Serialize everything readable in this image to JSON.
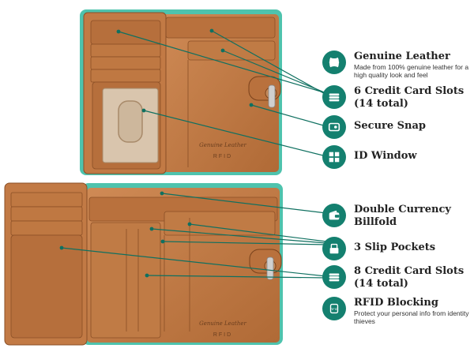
{
  "features": [
    {
      "title": "Genuine Leather",
      "subtitle": "Made from 100% genuine leather for a high quality look and feel",
      "icon": "leather-hide-icon"
    },
    {
      "title": "6 Credit Card Slots (14 total)",
      "subtitle": "",
      "icon": "card-slots-icon"
    },
    {
      "title": "Secure Snap",
      "subtitle": "",
      "icon": "snap-button-icon"
    },
    {
      "title": "ID Window",
      "subtitle": "",
      "icon": "id-window-icon"
    },
    {
      "title": "Double Currency Billfold",
      "subtitle": "",
      "icon": "wallet-icon"
    },
    {
      "title": "3 Slip Pockets",
      "subtitle": "",
      "icon": "slip-pocket-icon"
    },
    {
      "title": "8 Credit Card Slots (14 total)",
      "subtitle": "",
      "icon": "card-slots-icon"
    },
    {
      "title": "RFID Blocking",
      "subtitle": "Protect your personal info from identity thieves",
      "icon": "rfid-icon"
    }
  ],
  "imprint": {
    "brand": "Genuine Leather",
    "rfid": "RFID"
  },
  "colors": {
    "teal": "#14806f",
    "leather": "#c27a45",
    "leather_dark": "#8a4f26",
    "trim": "#4ec3ad"
  }
}
